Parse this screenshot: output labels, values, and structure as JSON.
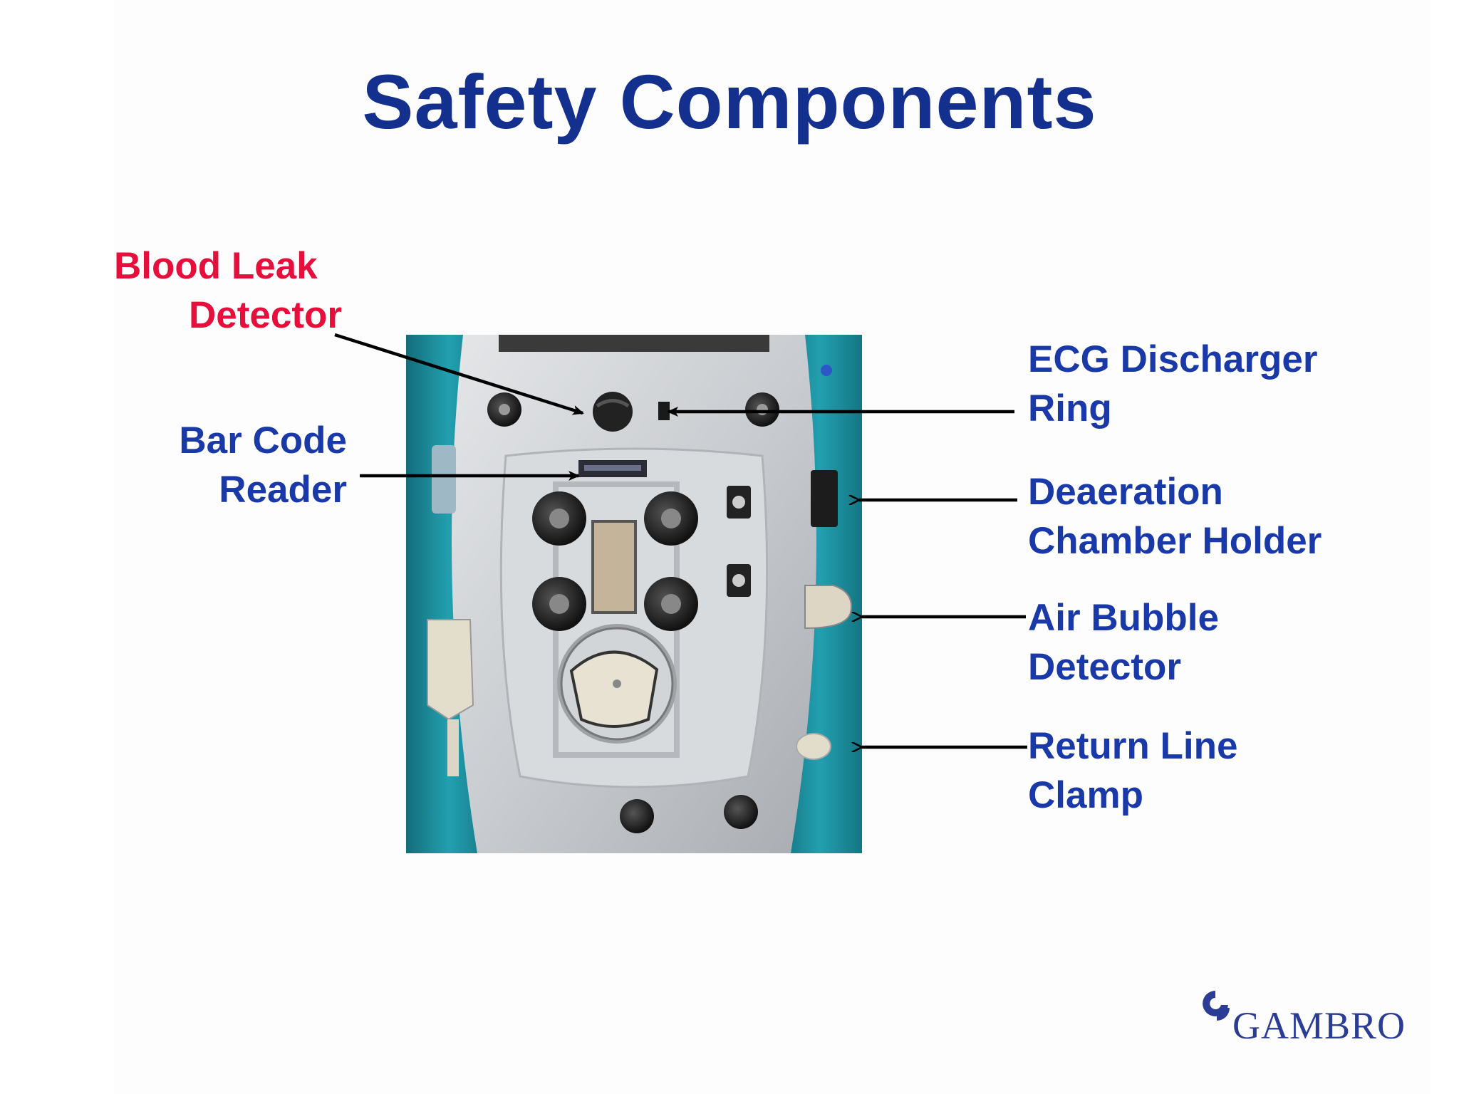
{
  "slide": {
    "title": "Safety Components"
  },
  "labels": {
    "blood_leak": {
      "line1": "Blood Leak",
      "line2": "Detector",
      "color": "#e60f3c"
    },
    "bar_code": {
      "line1": "Bar Code",
      "line2": "Reader"
    },
    "ecg": {
      "line1": "ECG Discharger",
      "line2": "Ring"
    },
    "deaeration": {
      "line1": "Deaeration",
      "line2": "Chamber Holder"
    },
    "air_bubble": {
      "line1": "Air Bubble",
      "line2": "Detector"
    },
    "return_line": {
      "line1": "Return Line",
      "line2": "Clamp"
    }
  },
  "logo": {
    "text": "GAMBRO"
  },
  "colors": {
    "title": "#14308f",
    "label": "#1a39a8",
    "machine_teal": "#1f8f9e"
  }
}
